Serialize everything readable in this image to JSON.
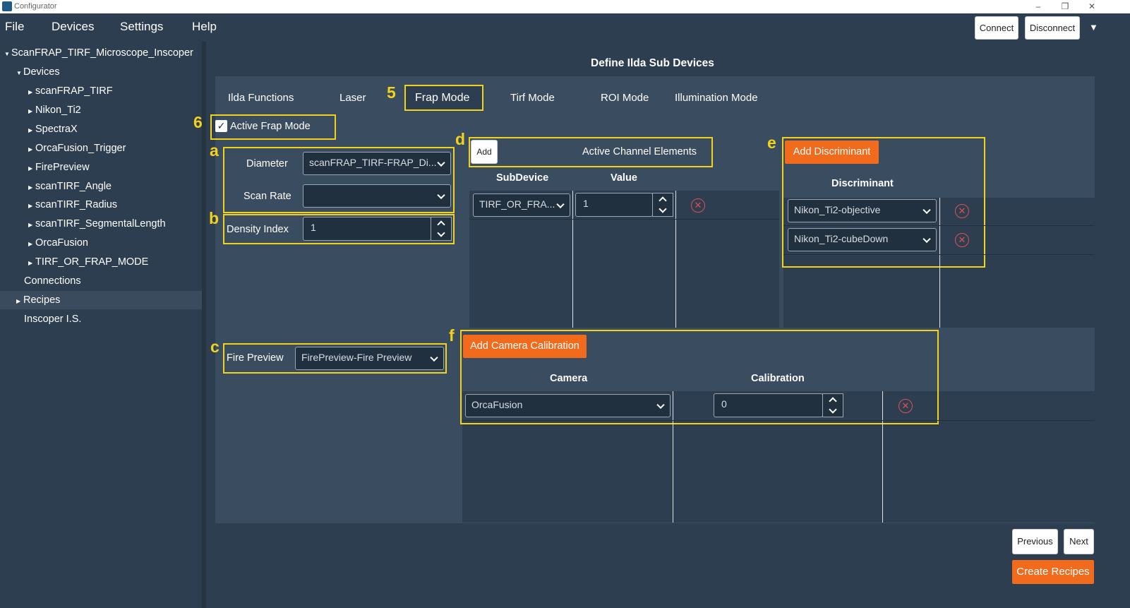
{
  "window": {
    "title": "Configurator",
    "min": "–",
    "max": "❐",
    "close": "✕"
  },
  "menu": {
    "file": "File",
    "devices": "Devices",
    "settings": "Settings",
    "help": "Help"
  },
  "toolbar": {
    "connect": "Connect",
    "disconnect": "Disconnect",
    "overflow_icon": "▼"
  },
  "tree": {
    "root": "ScanFRAP_TIRF_Microscope_Inscoper",
    "devices": "Devices",
    "items": [
      "scanFRAP_TIRF",
      "Nikon_Ti2",
      "SpectraX",
      "OrcaFusion_Trigger",
      "FirePreview",
      "scanTIRF_Angle",
      "scanTIRF_Radius",
      "scanTIRF_SegmentalLength",
      "OrcaFusion",
      "TIRF_OR_FRAP_MODE"
    ],
    "connections": "Connections",
    "recipes": "Recipes",
    "inscoper": "Inscoper I.S.",
    "more_icon": "⋮"
  },
  "page": {
    "title": "Define Ilda Sub Devices"
  },
  "tabs": [
    "Ilda Functions",
    "Laser",
    "Frap Mode",
    "Tirf Mode",
    "ROI Mode",
    "Illumination Mode"
  ],
  "markers": {
    "five": "5",
    "six": "6",
    "a": "a",
    "b": "b",
    "c": "c",
    "d": "d",
    "e": "e",
    "f": "f"
  },
  "frap": {
    "active_label": "Active Frap Mode",
    "active_checked": true,
    "diameter_label": "Diameter",
    "diameter_value": "scanFRAP_TIRF-FRAP_Di...",
    "scan_rate_label": "Scan Rate",
    "scan_rate_value": "",
    "density_label": "Density Index",
    "density_value": "1",
    "fire_label": "Fire Preview",
    "fire_value": "FirePreview-Fire Preview"
  },
  "channel": {
    "add": "Add",
    "title": "Active Channel Elements",
    "col_subdevice": "SubDevice",
    "col_value": "Value",
    "row_subdevice": "TIRF_OR_FRA...",
    "row_value": "1"
  },
  "discriminant": {
    "add": "Add Discriminant",
    "col": "Discriminant",
    "rows": [
      "Nikon_Ti2-objective",
      "Nikon_Ti2-cubeDown"
    ]
  },
  "calibration": {
    "add": "Add Camera Calibration",
    "col_camera": "Camera",
    "col_calibration": "Calibration",
    "row_camera": "OrcaFusion",
    "row_calibration": "0"
  },
  "nav": {
    "previous": "Previous",
    "next": "Next",
    "create": "Create Recipes"
  },
  "remove_icon": "✕",
  "colors": {
    "accent": "#f26b1d",
    "highlight": "#f3d21b",
    "background": "#2d3e50",
    "panel": "#3a4c60"
  }
}
